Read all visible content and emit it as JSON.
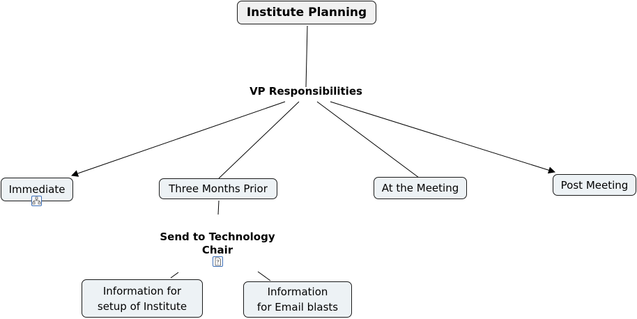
{
  "diagram": {
    "root": {
      "text": "Institute Planning"
    },
    "hub": {
      "text": "VP Responsibilities"
    },
    "branches": {
      "immediate": {
        "text": "Immediate",
        "icon": "org-chart-icon"
      },
      "three_months_prior": {
        "text": "Three Months Prior"
      },
      "at_the_meeting": {
        "text": "At the Meeting"
      },
      "post_meeting": {
        "text": "Post Meeting"
      }
    },
    "sub_label": {
      "text": "Send to Technology\nChair",
      "icon": "document-icon"
    },
    "leaves": {
      "setup_info": {
        "text": "Information for\nsetup of Institute"
      },
      "email_info": {
        "text": "Information\nfor Email blasts"
      }
    }
  }
}
